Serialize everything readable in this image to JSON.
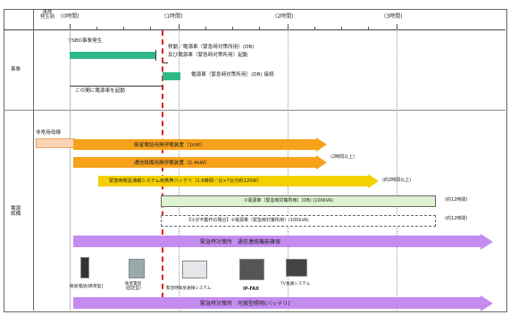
{
  "header": {
    "row_label": "事故\n発生前",
    "time_labels": [
      "(0時間)",
      "(1時間)",
      "(2時間)",
      "(3時間)"
    ]
  },
  "sections": {
    "event": "事象",
    "power": "電源\n設備"
  },
  "events": {
    "sbo": "▽SBO事象発生",
    "move_note_1": "移動／電源車（緊急時対策所用）(DB)",
    "move_note_2": "及び電源車（緊急時対策所用）起動",
    "startup_note": "この間に電源車を起動",
    "connect_note": "電源車（緊急時対策所用）(DB) 接続"
  },
  "power_items": {
    "emergency_bus": "非常用母線",
    "bar1": "衛星電話用無停電装置（1kW）",
    "bar2": "通信設備用無停電装置（2.4kW）",
    "bar3": "緊急時衛星通報システム用携帯バッテリ（1.6時間／台×7台分約120W）",
    "bar4": "①電源車（緊急時対策所用）(DB) (100kVA)",
    "bar5": "【①が不動作の場合】②電源車（緊急時対策所用）(100kVA)",
    "bar6": "緊急時対策所　通信連絡機能確保",
    "bar7": "緊急時対策所　可搬型照明(バッテリ)",
    "note_2h": "(2時間以上)",
    "note_2h_b": "(約2時間以上)",
    "note_12h_a": "(約12時間)",
    "note_12h_b": "(約12時間)"
  },
  "devices": [
    {
      "label": "衛星電話(携帯型)"
    },
    {
      "label": "衛星電話\n(固定型)"
    },
    {
      "label": "緊急時衛星通報システム"
    },
    {
      "label": "IP-FAX"
    },
    {
      "label": "TV会議システム"
    }
  ],
  "colors": {
    "green": "#2eb886",
    "orange": "#f7a21b",
    "yellow": "#f5d000",
    "lightgreen": "#ddf3d1",
    "purple": "#c58cf0",
    "peach": "#fbd4b3",
    "red": "#e02020"
  }
}
